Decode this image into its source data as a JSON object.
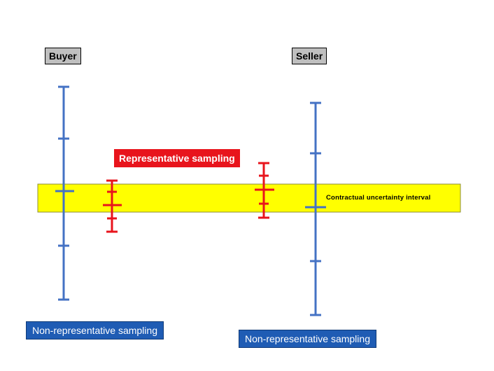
{
  "labels": {
    "buyer": "Buyer",
    "seller": "Seller",
    "representative": "Representative sampling",
    "non_rep_left": "Non-representative sampling",
    "non_rep_right": "Non-representative sampling",
    "band": "Contractual uncertainty interval"
  },
  "colors": {
    "blue": "#4472c4",
    "red": "#e8141c",
    "band": "#ffff00",
    "box_gray": "#bfbfbf",
    "box_blue": "#1f5cb4"
  }
}
